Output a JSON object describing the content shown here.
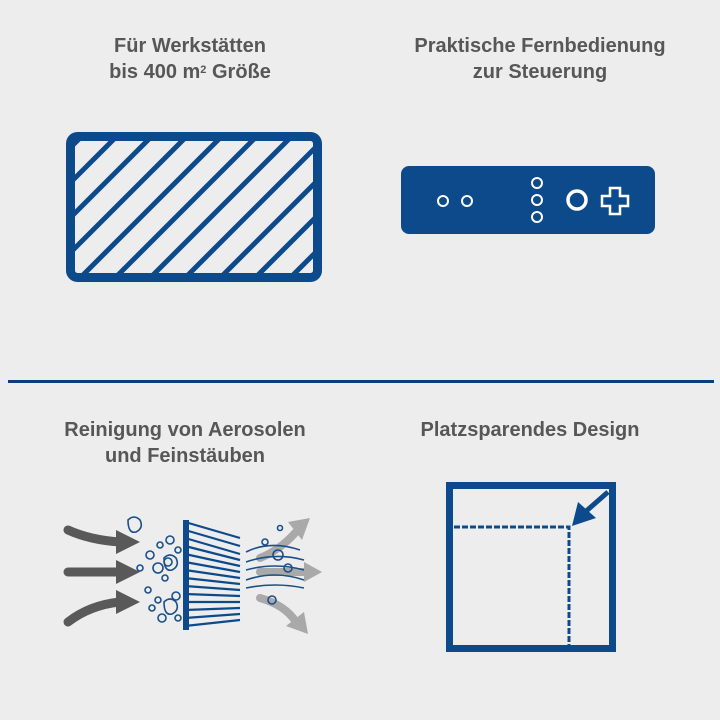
{
  "features": [
    {
      "id": "workshop-size",
      "title_line1": "Für Werkstätten",
      "title_line2_pre": "bis 400 m",
      "title_line2_sup": "2",
      "title_line2_post": " Größe",
      "icon": "hatched-area-icon"
    },
    {
      "id": "remote-control",
      "title_line1": "Praktische Fernbedienung",
      "title_line2": "zur Steuerung",
      "icon": "remote-control-icon"
    },
    {
      "id": "aerosol-cleaning",
      "title_line1": "Reinigung von Aerosolen",
      "title_line2": "und Feinstäuben",
      "icon": "air-filter-icon"
    },
    {
      "id": "space-saving",
      "title_line1": "Platzsparendes Design",
      "icon": "compact-corner-icon"
    }
  ],
  "colors": {
    "background": "#ededed",
    "brand_blue": "#0d4a8c",
    "text_gray": "#575757",
    "arrow_dark": "#595959",
    "arrow_light": "#a9a9a9"
  }
}
